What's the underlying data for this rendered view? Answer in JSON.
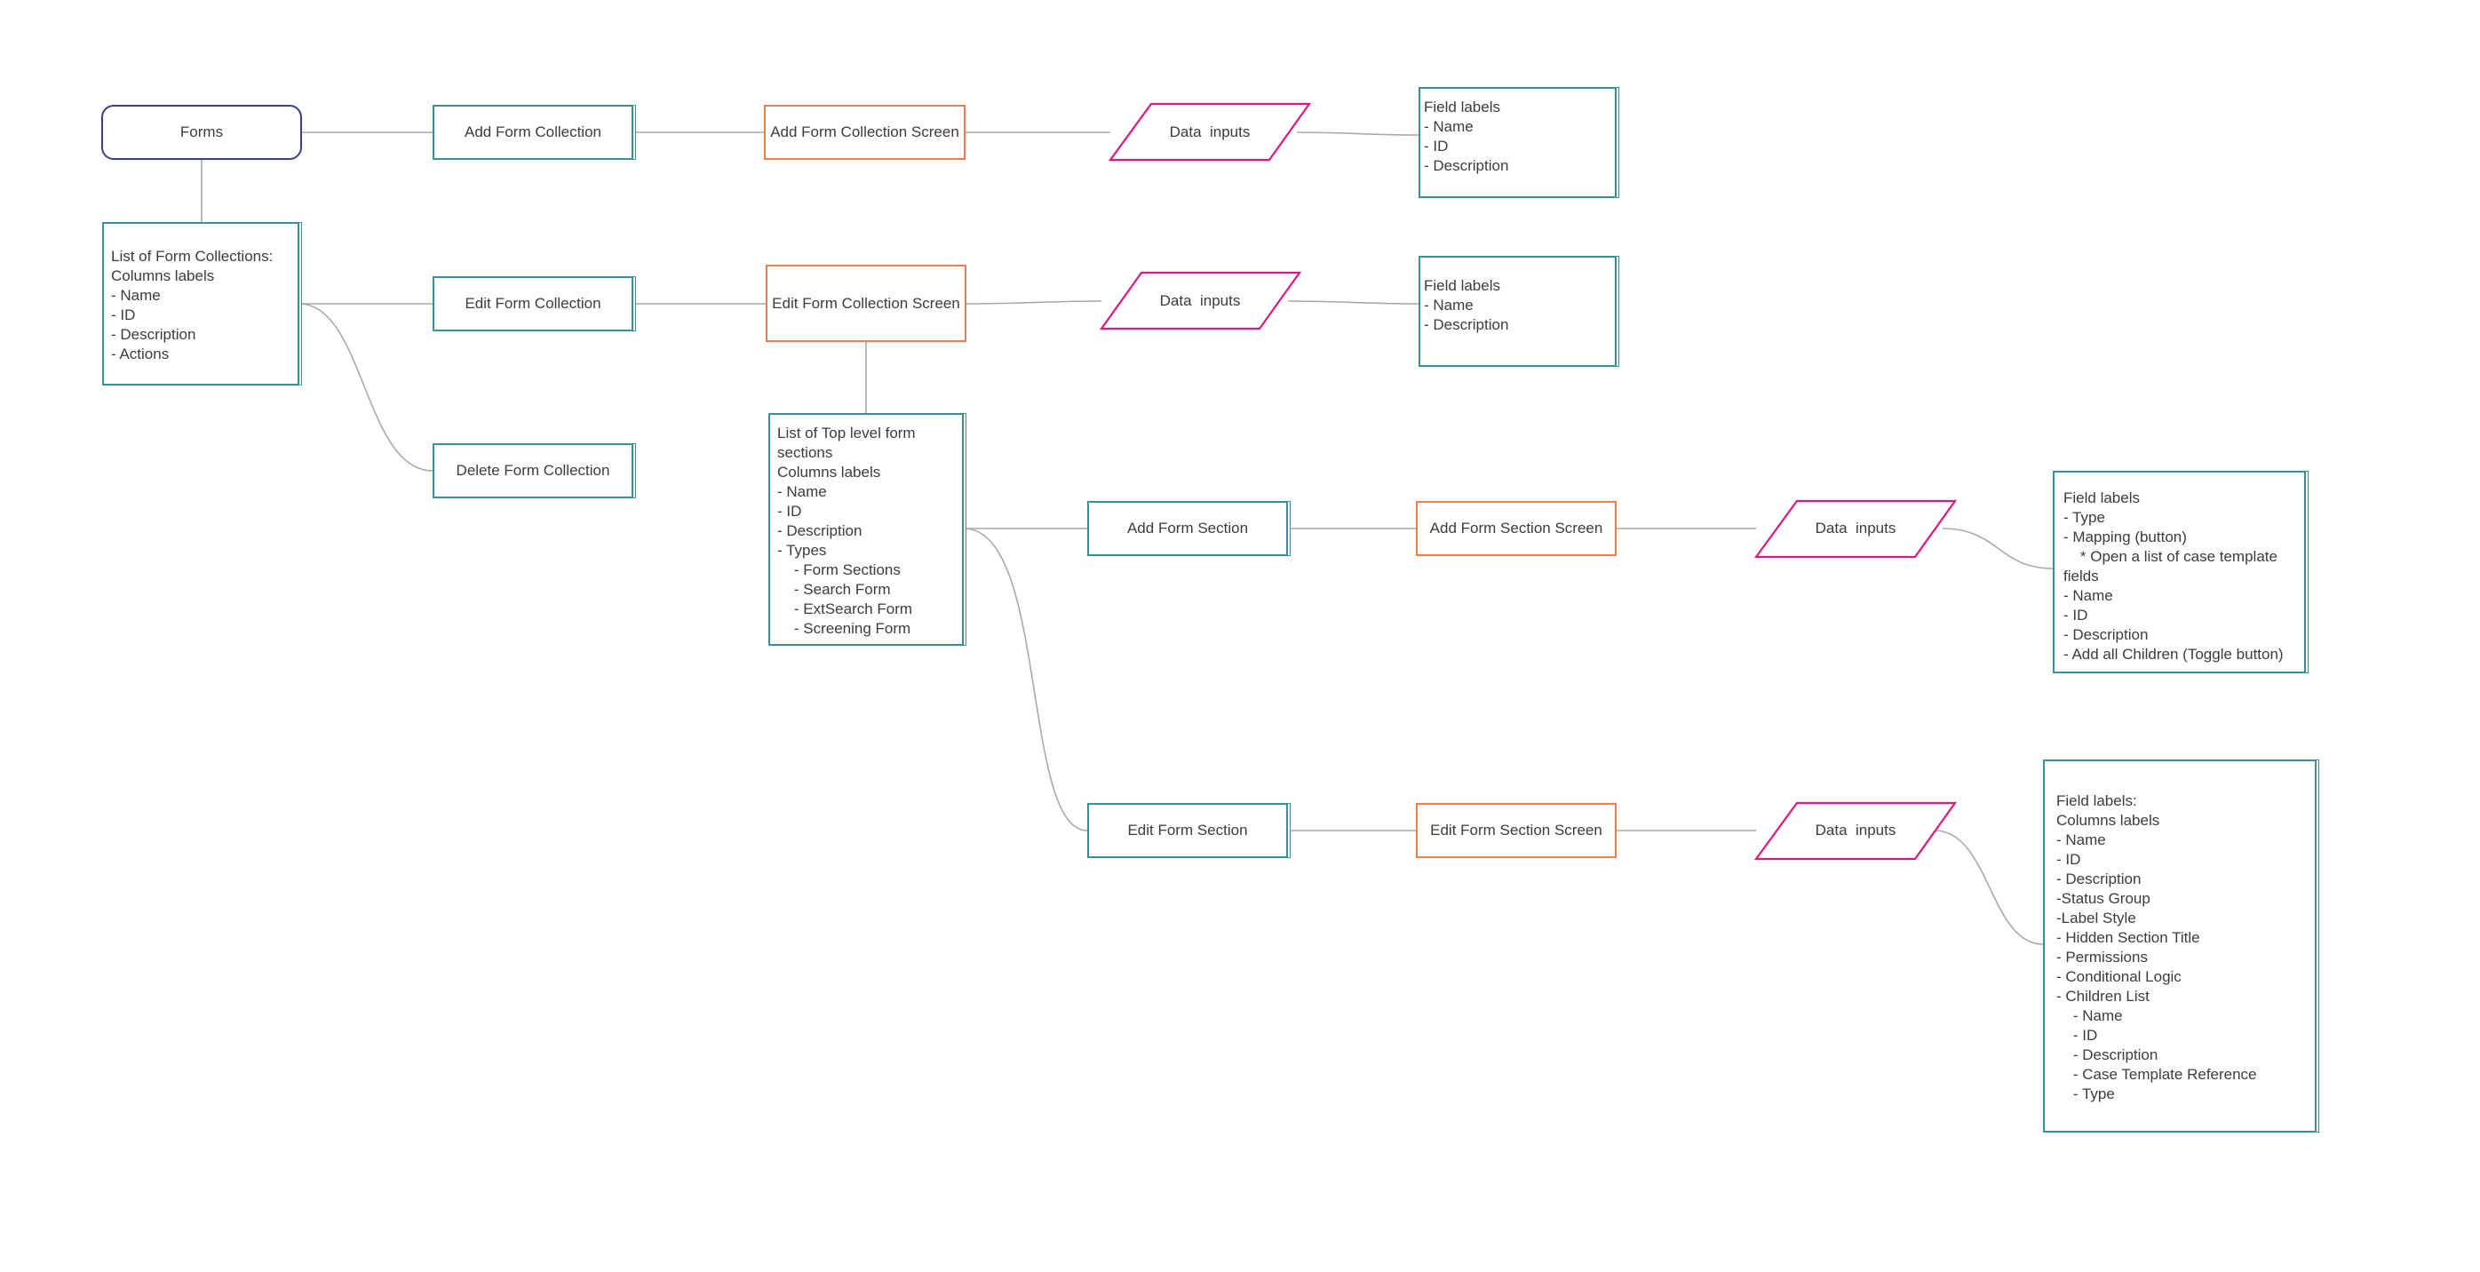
{
  "colors": {
    "connector": "#a9a9a9",
    "teal": "#3a8f9c",
    "orange": "#f07b4b",
    "magenta": "#e0177a",
    "navy": "#3b3f8c"
  },
  "nodes": {
    "forms": "Forms",
    "add_form_collection": "Add Form Collection",
    "add_form_collection_screen": "Add Form Collection Screen",
    "edit_form_collection": "Edit Form Collection",
    "edit_form_collection_screen": "Edit Form Collection Screen",
    "delete_form_collection": "Delete Form Collection",
    "add_form_section": "Add Form Section",
    "add_form_section_screen": "Add Form Section Screen",
    "edit_form_section": "Edit Form Section",
    "edit_form_section_screen": "Edit Form Section Screen"
  },
  "data_inputs": {
    "label_1": "Data  inputs",
    "label_2": "Data  inputs",
    "label_3": "Data  inputs",
    "label_4": "Data  inputs"
  },
  "lists": {
    "form_collections": [
      "List of Form Collections:",
      "Columns labels",
      "- Name",
      "- ID",
      "- Description",
      "- Actions"
    ],
    "add_collection_fields": [
      "Field labels",
      "- Name",
      "- ID",
      "- Description"
    ],
    "edit_collection_fields": [
      "Field labels",
      "- Name",
      "- Description"
    ],
    "top_level_sections": [
      "List of Top level form",
      "sections",
      "Columns labels",
      "- Name",
      "- ID",
      "- Description",
      "- Types",
      "    - Form Sections",
      "    - Search Form",
      "    - ExtSearch Form",
      "    - Screening Form"
    ],
    "add_section_fields": [
      "Field labels",
      "- Type",
      "- Mapping (button)",
      "    * Open a list of case template",
      "fields",
      "- Name",
      "- ID",
      "- Description",
      "- Add all Children (Toggle button)"
    ],
    "edit_section_fields": [
      "Field labels:",
      "Columns labels",
      "- Name",
      "- ID",
      "- Description",
      "-Status Group",
      "-Label Style",
      "- Hidden Section Title",
      "- Permissions",
      "- Conditional Logic",
      "- Children List",
      "    - Name",
      "    - ID",
      "    - Description",
      "    - Case Template Reference",
      "    - Type"
    ]
  }
}
